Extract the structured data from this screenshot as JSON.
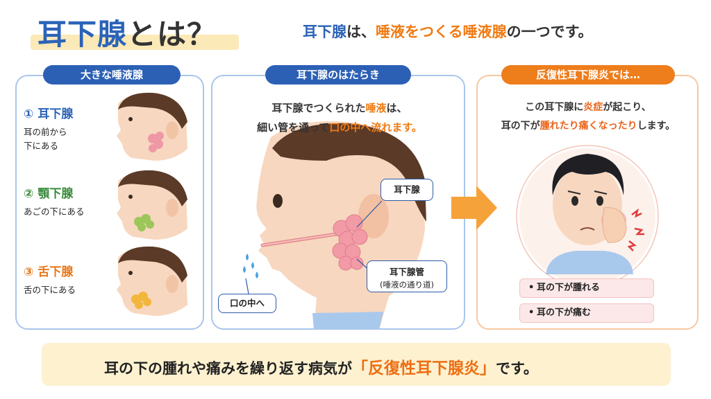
{
  "header": {
    "title_main": "耳下腺",
    "title_rest": "とは？",
    "subtitle_pre": "耳下腺",
    "subtitle_mid": "は、",
    "subtitle_hl": "唾液をつくる唾液腺",
    "subtitle_post": "の一つです。"
  },
  "panel_left": {
    "tab": "大きな唾液腺",
    "items": [
      {
        "num": "①",
        "name": "耳下腺",
        "desc_1": "耳の前から",
        "desc_2": "下にある",
        "color": "#2b63b8"
      },
      {
        "num": "②",
        "name": "顎下腺",
        "desc_1": "あごの下にある",
        "desc_2": "",
        "color": "#3a8a3a"
      },
      {
        "num": "③",
        "name": "舌下腺",
        "desc_1": "舌の下にある",
        "desc_2": "",
        "color": "#e87716"
      }
    ]
  },
  "panel_middle": {
    "tab": "耳下腺のはたらき",
    "line1_a": "耳下腺でつくられた",
    "line1_hl": "唾液",
    "line1_b": "は、",
    "line2_a": "細い管を通って",
    "line2_hl": "口の中へ流れます。",
    "callout_gland": "耳下腺",
    "callout_duct": "耳下腺管",
    "callout_duct_sub": "(唾液の通り道)",
    "callout_mouth": "口の中へ"
  },
  "panel_right": {
    "tab": "反復性耳下腺炎では…",
    "line1_a": "この耳下腺に",
    "line1_hl": "炎症",
    "line1_b": "が起こり、",
    "line2_a": "耳の下が",
    "line2_hl": "腫れたり痛くなったり",
    "line2_b": "します。",
    "symptoms": [
      "耳の下が腫れる",
      "耳の下が痛む"
    ]
  },
  "bottom": {
    "text_pre": "耳の下の腫れや痛みを繰り返す病気が",
    "text_hl": "「反復性耳下腺炎」",
    "text_post": "です。",
    "icon": "lightbulb-icon"
  },
  "colors": {
    "blue": "#2b63b8",
    "orange": "#f07a12",
    "arrow": "#f5a23a"
  }
}
